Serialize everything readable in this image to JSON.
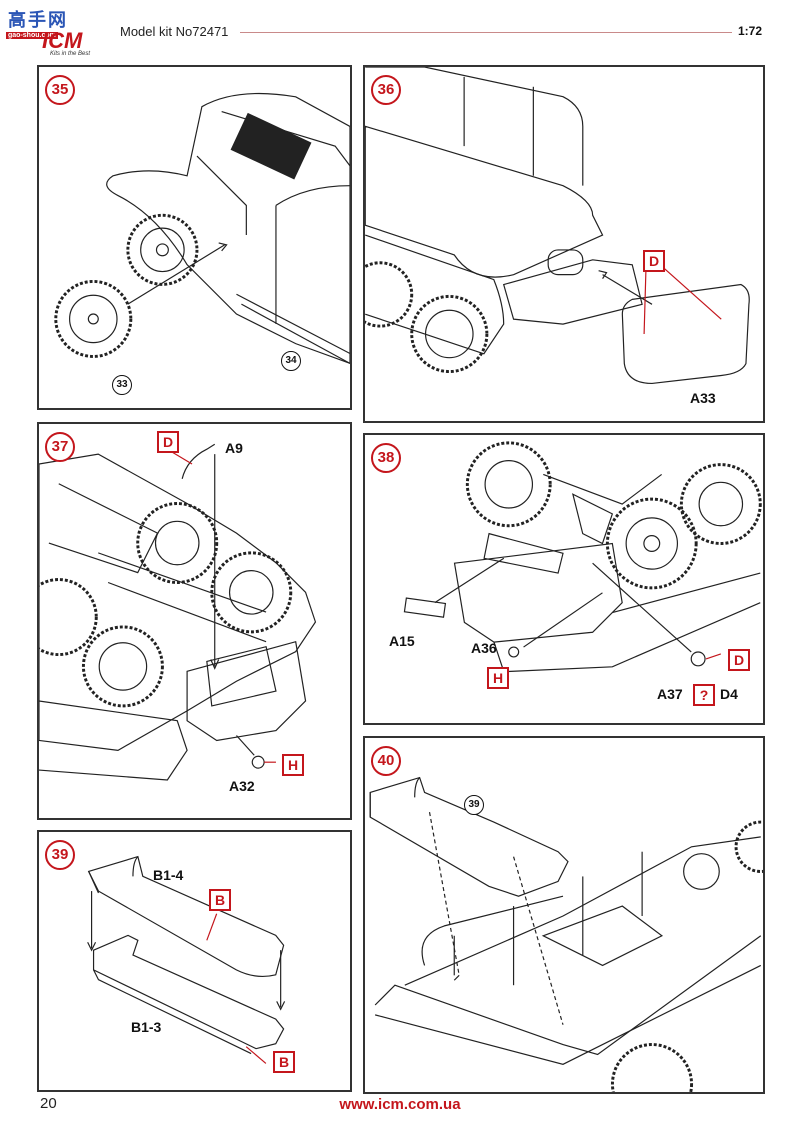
{
  "header": {
    "logo_cn": "高手网",
    "logo_site": "gao-shou.com",
    "logo_brand": "ICM",
    "logo_slogan": "Kits in the Best",
    "kit_title": "Model kit No72471",
    "scale": "1:72"
  },
  "colors": {
    "accent": "#c4161c",
    "line": "#222222"
  },
  "steps": [
    {
      "number": "35",
      "refs": [
        "33",
        "34"
      ],
      "parts": [],
      "paint_codes": []
    },
    {
      "number": "36",
      "refs": [],
      "parts": [
        "A33"
      ],
      "paint_codes": [
        "D"
      ]
    },
    {
      "number": "37",
      "refs": [],
      "parts": [
        "A9",
        "A32"
      ],
      "paint_codes": [
        "D",
        "H"
      ]
    },
    {
      "number": "38",
      "refs": [],
      "parts": [
        "A15",
        "A36",
        "A37",
        "D4"
      ],
      "paint_codes": [
        "H",
        "D",
        "?"
      ]
    },
    {
      "number": "39",
      "refs": [],
      "parts": [
        "B1-4",
        "B1-3"
      ],
      "paint_codes": [
        "B",
        "B"
      ]
    },
    {
      "number": "40",
      "refs": [
        "39"
      ],
      "parts": [],
      "paint_codes": []
    }
  ],
  "footer": {
    "page_number": "20",
    "url": "www.icm.com.ua"
  }
}
